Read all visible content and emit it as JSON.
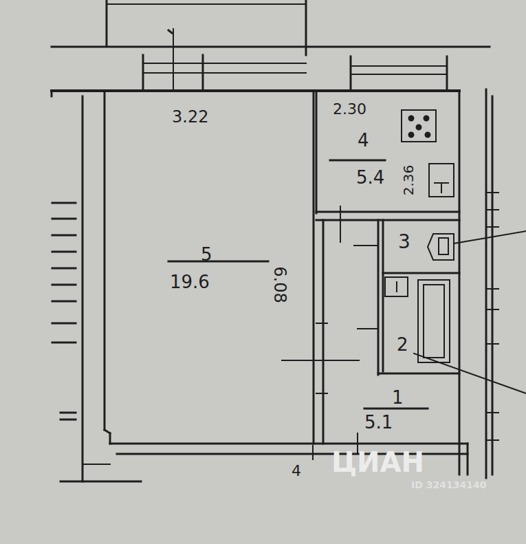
{
  "diagram": {
    "nodes": [
      {
        "text": [
          "5",
          "19.6"
        ]
      },
      {
        "text": [
          "4",
          "5.4"
        ]
      },
      {
        "text": [
          "3"
        ]
      },
      {
        "text": [
          "2"
        ]
      },
      {
        "text": [
          "1",
          "5.1"
        ]
      }
    ],
    "labels": [
      "3.22",
      "6.08",
      "2.30",
      "2.36",
      "4",
      "ЦИАН",
      "ID 324134140"
    ]
  }
}
